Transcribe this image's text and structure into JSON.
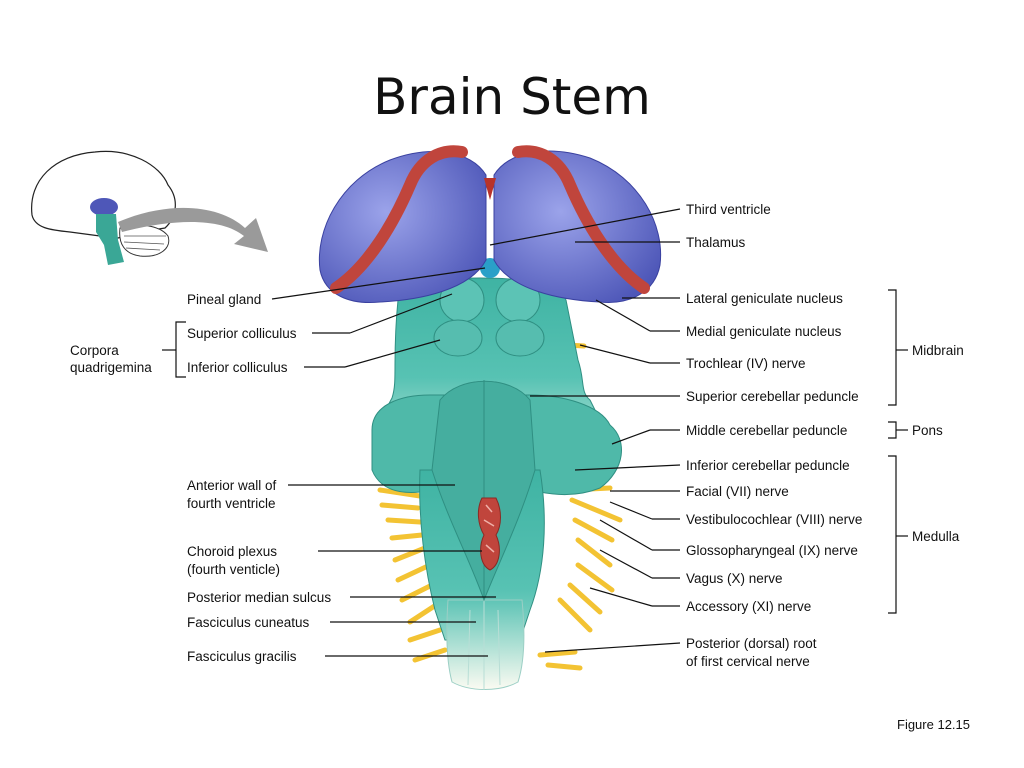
{
  "title": "Brain Stem",
  "caption": "Figure 12.15",
  "colors": {
    "thalamus": "#7c84d6",
    "brainstem": "#4ab8a8",
    "nerve": "#f3c333",
    "choroid": "#c0453c"
  },
  "labels": {
    "left": {
      "pineal_gland": "Pineal gland",
      "superior_colliculus": "Superior colliculus",
      "inferior_colliculus": "Inferior colliculus",
      "corpora_1": "Corpora",
      "corpora_2": "quadrigemina",
      "anterior_wall_1": "Anterior wall of",
      "anterior_wall_2": "fourth ventricle",
      "choroid_1": "Choroid plexus",
      "choroid_2": "(fourth venticle)",
      "posterior_median_sulcus": "Posterior median sulcus",
      "fasciculus_cuneatus": "Fasciculus cuneatus",
      "fasciculus_gracilis": "Fasciculus gracilis"
    },
    "right": {
      "third_ventricle": "Third ventricle",
      "thalamus": "Thalamus",
      "lateral_geniculate": "Lateral geniculate nucleus",
      "medial_geniculate": "Medial geniculate nucleus",
      "trochlear": "Trochlear (IV) nerve",
      "superior_peduncle": "Superior cerebellar peduncle",
      "middle_peduncle": "Middle cerebellar peduncle",
      "inferior_peduncle": "Inferior cerebellar peduncle",
      "facial": "Facial (VII) nerve",
      "vestibulocochlear": "Vestibulocochlear (VIII) nerve",
      "glossopharyngeal": "Glossopharyngeal (IX) nerve",
      "vagus": "Vagus (X) nerve",
      "accessory": "Accessory (XI) nerve",
      "posterior_root_1": "Posterior (dorsal) root",
      "posterior_root_2": "of first cervical nerve"
    },
    "groups": {
      "midbrain": "Midbrain",
      "pons": "Pons",
      "medulla": "Medulla"
    }
  }
}
